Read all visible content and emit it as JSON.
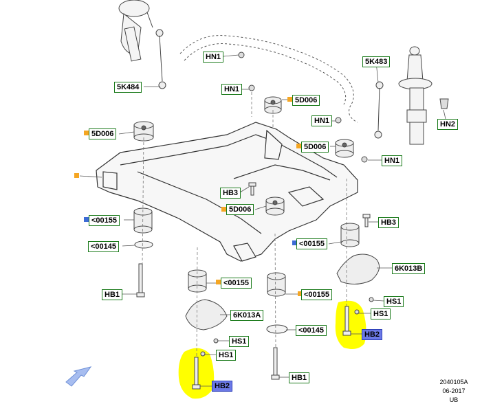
{
  "callouts": {
    "hn1_a": "HN1",
    "5k484": "5K484",
    "hn1_b": "HN1",
    "5d006_a": "5D006",
    "5k483": "5K483",
    "hn1_c": "HN1",
    "hn2": "HN2",
    "5d006_b": "5D006",
    "5d006_c": "5D006",
    "hn1_d": "HN1",
    "hb3_a": "HB3",
    "5d006_d": "5D006",
    "hb3_b": "HB3",
    "c155_a": "<00155",
    "c145_a": "<00145",
    "c155_b": "<00155",
    "6k013b": "6K013B",
    "c155_c": "<00155",
    "hb1_a": "HB1",
    "c155_d": "<00155",
    "hs1_a": "HS1",
    "6k013a": "6K013A",
    "hs1_b": "HS1",
    "c145_b": "<00145",
    "hb2_a": "HB2",
    "hs1_c": "HS1",
    "hs1_d": "HS1",
    "hb2_b": "HB2",
    "hb1_b": "HB1"
  },
  "meta": {
    "code": "2040105A",
    "date": "06-2017",
    "suffix": "UB"
  },
  "colors": {
    "highlight": "#ffff00",
    "callout_border": "#1a7a1a",
    "callout_selected": "#6c79e6",
    "marker_orange": "#f5a623",
    "marker_blue": "#3d6bd6",
    "arrow": "#6d8fd6"
  }
}
